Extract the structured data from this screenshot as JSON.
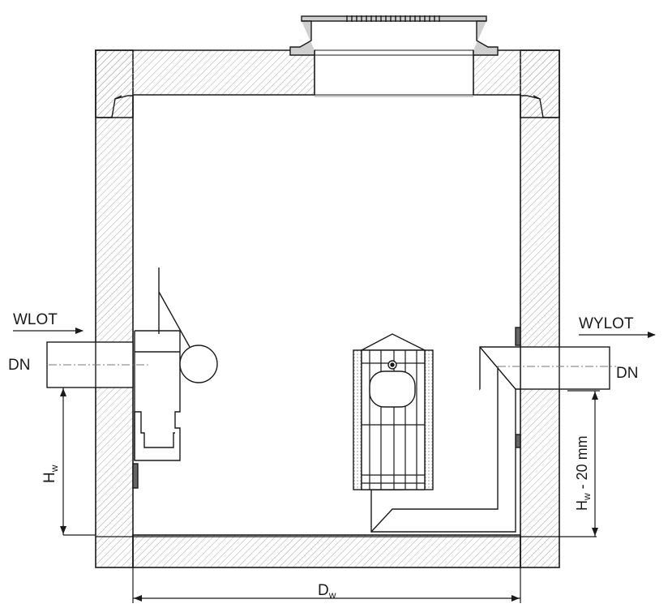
{
  "labels": {
    "inlet": "WLOT",
    "outlet": "WYLOT",
    "dn_left": "DN",
    "dn_right": "DN",
    "hw_main": "H",
    "hw_sub": "w",
    "hw2_main": "H",
    "hw2_sub": "w",
    "hw2_suffix": " - 20 mm",
    "dw_main": "D",
    "dw_sub": "w"
  },
  "colors": {
    "line": "#1a1a1a",
    "hatch": "#9a9a9a",
    "dash": "#777777"
  }
}
